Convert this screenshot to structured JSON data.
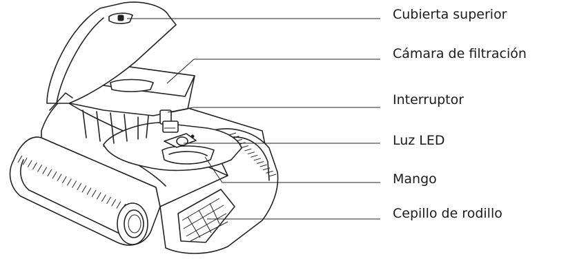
{
  "callouts": [
    {
      "id": "top-cover",
      "label": "Cubierta superior"
    },
    {
      "id": "filter-chamber",
      "label": "Cámara de filtración"
    },
    {
      "id": "switch",
      "label": "Interruptor"
    },
    {
      "id": "led-light",
      "label": "Luz LED"
    },
    {
      "id": "handle",
      "label": "Mango"
    },
    {
      "id": "roller-brush",
      "label": "Cepillo de rodillo"
    }
  ]
}
